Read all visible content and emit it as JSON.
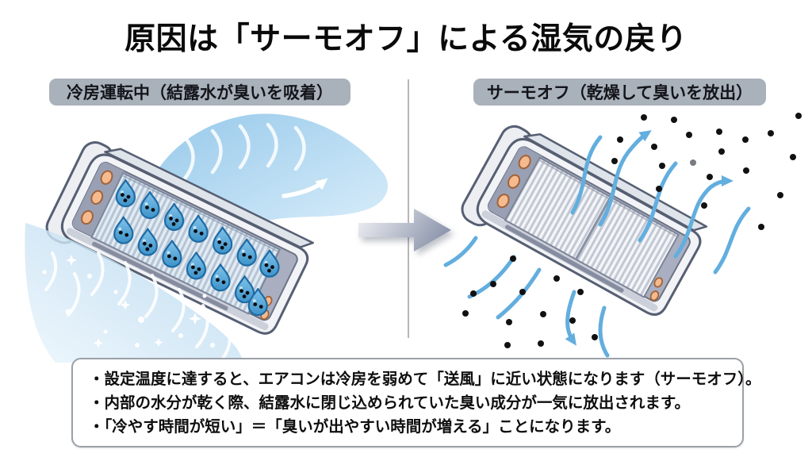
{
  "title": "原因は「サーモオフ」による湿気の戻り",
  "panels": {
    "left": {
      "label": "冷房運転中（結露水が臭いを吸着）"
    },
    "right": {
      "label": "サーモオフ（乾燥して臭いを放出）"
    }
  },
  "notes": {
    "bullets": [
      "・設定温度に達すると、エアコンは冷房を弱めて「送風」に近い状態になります（サーモオフ）。",
      "・内部の水分が乾く際、結露水に閉じ込められていた臭い成分が一気に放出されます。",
      "・「冷やす時間が短い」＝「臭いが出やすい時間が増える」ことになります。"
    ]
  },
  "icons": {
    "transition_arrow": "right-arrow",
    "water_droplet": "droplet-with-odor-dots",
    "odor_particle": "black-dot",
    "airflow": "wavy-arrow",
    "sparkle": "four-point-star"
  },
  "colors": {
    "background": "#ffffff",
    "title_text": "#0a0a0a",
    "label_background": "#a9b1bb",
    "label_text": "#14151a",
    "divider": "#b6b6b6",
    "transition_arrow_from": "#f3f4f7",
    "transition_arrow_to": "#8f98ae",
    "airflow_blue": "#62aede",
    "cool_air_light": "#bcd9ee",
    "droplet_fill": "#55a8d8",
    "droplet_outline": "#1d6ba5",
    "odor_dot": "#0b0c10",
    "unit_body": "#f2f3f6",
    "unit_outline": "#565f72",
    "unit_interior": "#a9afc1",
    "fin_stripe": "#c2c8d3",
    "pipe_copper": "#f5ba8e",
    "note_border": "#9ba1a9",
    "note_background": "#ffffff",
    "note_text": "#0e0e0e"
  }
}
